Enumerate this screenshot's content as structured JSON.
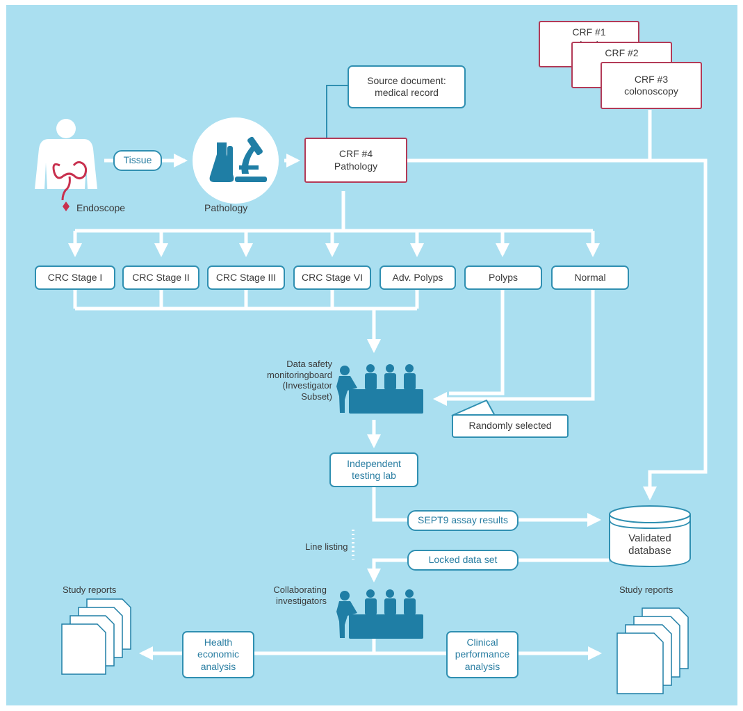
{
  "colors": {
    "background": "#aadff0",
    "flow_line": "#ffffff",
    "box_border": "#2f8fb1",
    "crf_border": "#b33a57",
    "figure": "#1f7ea5",
    "accent_red": "#c8304e"
  },
  "crf_stack": {
    "crf1": "CRF #1\nheal",
    "crf2": "CRF #2\nsa",
    "crf3": "CRF #3\ncolonoscopy"
  },
  "source_document": "Source document:\nmedical record",
  "crf4": "CRF #4\nPathology",
  "tissue": "Tissue",
  "endoscope": "Endoscope",
  "pathology": "Pathology",
  "categories": [
    "CRC Stage I",
    "CRC Stage II",
    "CRC Stage III",
    "CRC Stage VI",
    "Adv. Polyps",
    "Polyps",
    "Normal"
  ],
  "dsmb": "Data safety\nmonitoringboard\n(Investigator\nSubset)",
  "randomly_selected": "Randomly selected",
  "independent_lab": "Independent\ntesting lab",
  "sept9": "SEPT9 assay results",
  "line_listing": "Line listing",
  "locked": "Locked data set",
  "database": "Validated\ndatabase",
  "collaborating": "Collaborating\ninvestigators",
  "study_reports_left": "Study reports",
  "study_reports_right": "Study reports",
  "health": "Health\neconomic\nanalysis",
  "clinical": "Clinical\nperformance\nanalysis"
}
